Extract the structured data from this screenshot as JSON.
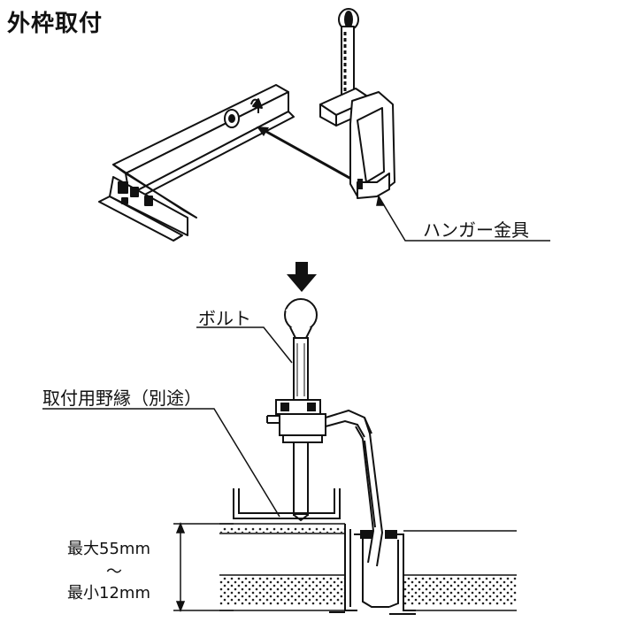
{
  "title": "外枠取付",
  "labels": {
    "hanger": "ハンガー金具",
    "bolt": "ボルト",
    "furring": "取付用野縁（別途）"
  },
  "dimensions": {
    "max": "最大55mm",
    "tilde": "〜",
    "min": "最小12mm"
  }
}
